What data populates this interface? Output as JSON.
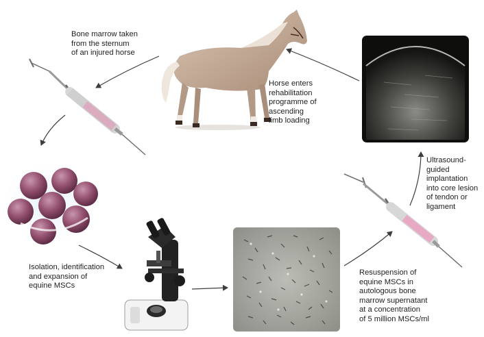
{
  "steps": {
    "bone_marrow": "Bone marrow taken\nfrom the sternum\nof an injured horse",
    "rehabilitation": "Horse enters\nrehabilitation\nprogramme of\nascending\nlimb loading",
    "ultrasound": "Ultrasound-\nguided\nimplantation\ninto core lesion\nof tendon or\nligament",
    "isolation": "Isolation, identification\nand expansion of\nequine MSCs",
    "resuspension": "Resuspension of\nequine MSCs in\nautologous bone\nmarrow supernatant\nat a concentration\nof 5 million MSCs/ml"
  },
  "icons": {
    "horse": "horse-illustration",
    "syringe": "syringe-icon",
    "cells": "stem-cell-cluster",
    "microscope": "microscope-icon",
    "culture": "cell-culture-micrograph",
    "ultrasound": "ultrasound-scan-image"
  },
  "colors": {
    "arrow": "#3d3d3d",
    "cell": "#8e4a6a",
    "syringe_fluid": "#e7a9c3",
    "horse_coat": "#c9b09c"
  }
}
